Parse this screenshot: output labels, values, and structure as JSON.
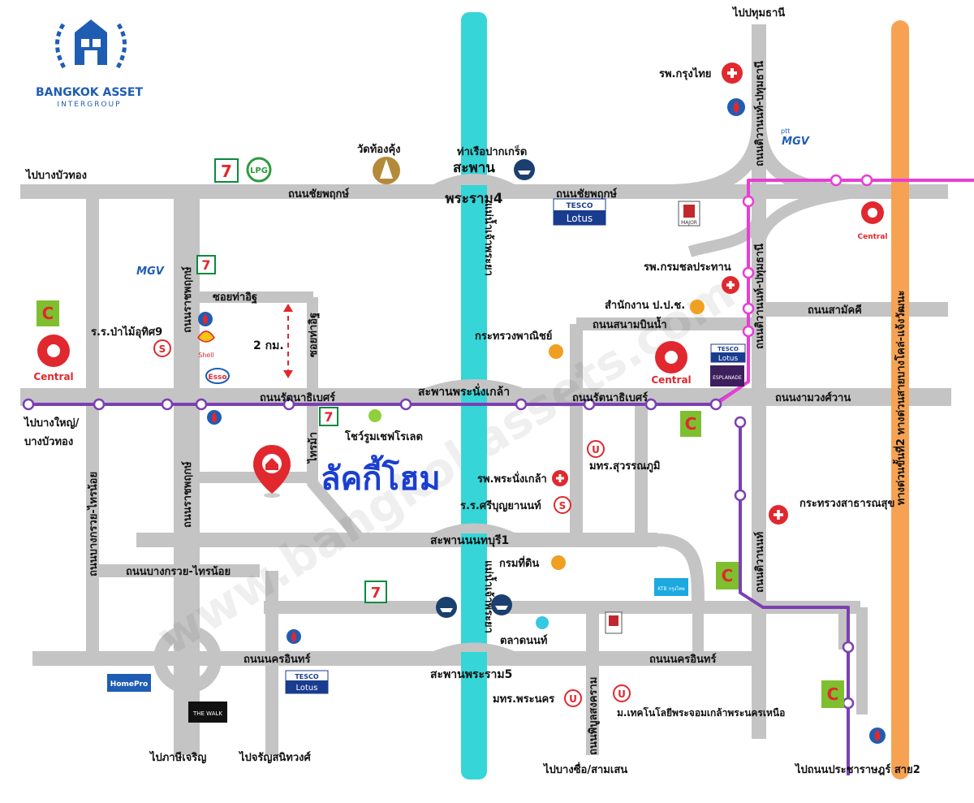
{
  "brand": {
    "name": "BANGKOK ASSET",
    "sub": "INTERGROUP"
  },
  "project": {
    "name": "ลัคกี้โฮม"
  },
  "scale": "2 กม.",
  "watermark": "www.bangkokassets.com",
  "colors": {
    "road": "#c4c4c4",
    "river": "#36d5d8",
    "expressway": "#f7a253",
    "purple_line": "#7b3fb3",
    "pink_line": "#e83ed6",
    "brand_blue": "#1f5db3",
    "project_text": "#1a3fd0",
    "pin_red": "#e0282e"
  },
  "directions": {
    "pathum": "ไปปทุมธานี",
    "bangbuathong_top": "ไปบางบัวทอง",
    "bangyai_1": "ไปบางใหญ่/",
    "bangyai_2": "บางบัวทอง",
    "phasi": "ไปภาษีเจริญ",
    "charan": "ไปจรัญสนิทวงศ์",
    "bangsue": "ไปบางซื่อ/สามเสน",
    "pracharat": "ไปถนนประชาราษฎร์ สาย2"
  },
  "roads": {
    "chaiyaphruek_left": "ถนนชัยพฤกษ์",
    "chaiyaphruek_right": "ถนนชัยพฤกษ์",
    "rattanathibet_left": "ถนนรัตนาธิเบศร์",
    "rattanathibet_right": "ถนนรัตนาธิเบศร์",
    "ngamwongwan": "ถนนงามวงศ์วาน",
    "samakkhi": "ถนนสามัคคี",
    "sanambinnam": "ถนนสนามบินน้ำ",
    "nonthaburi1_bridge": "สะพานนนทบุรี1",
    "bangkruai_sainoi_h": "ถนนบางกรวย-ไทรน้อย",
    "bangkruai_sainoi_v": "ถนนบางกรวย-ไทรน้อย",
    "nakhon_in_left": "ถนนนครอินทร์",
    "nakhon_in_right": "ถนนนครอินทร์",
    "rama5_bridge": "สะพานพระราม5",
    "ratchaphruek_1": "ถนนราชพฤกษ์",
    "ratchaphruek_2": "ถนนราชพฤกษ์",
    "soi_tha_it": "ซอยท่าอิฐ",
    "soi_tha_it_v": "ซอยท่าอิฐ",
    "sai_ma": "ไทรม้า",
    "tiwanon_pathum_1": "ถนนติวานนท์-ปทุมธานี",
    "tiwanon_pathum_2": "ถนนติวานนท์-ปทุมธานี",
    "tiwanon": "ถนนติวานนท์",
    "phibunsongkhram": "ถนนพิบูลสงคราม",
    "expressway": "ทางด่วนขั้นที่2 ทางด่วนสายบางโคล่-แจ้งวัฒนะ",
    "river_top": "แม่น้ำเจ้าพระยา",
    "river_bottom": "แม่น้ำเจ้าพระยา",
    "rama4_1": "สะพาน",
    "rama4_2": "พระราม4",
    "phra_nang_klao_bridge": "สะพานพระนั่งเกล้า"
  },
  "landmarks": {
    "krungthai_hosp": "รพ.กรุงไทย",
    "wat_tong_kung": "วัดท้องคุ้ง",
    "pak_kret_pier": "ท่าเรือปากเกร็ด",
    "chonprathan_hosp": "รพ.กรมชลประทาน",
    "ppch_office": "สำนักงาน ป.ป.ช.",
    "commerce_ministry": "กระทรวงพาณิชย์",
    "pa_mai_school": "ร.ร.ป่าไม้อุทิศ9",
    "show_room": "โชว์รูมเชฟโรเลต",
    "suvarnabhumi_univ": "มทร.สุวรรณภูมิ",
    "phra_nang_klao_hosp": "รพ.พระนั่งเกล้า",
    "sribunyanon_school": "ร.ร.ศรีบุญยานนท์",
    "public_health": "กระทรวงสาธารณสุข",
    "land_dept": "กรมที่ดิน",
    "nonthaburi_market": "ตลาดนนท์",
    "phranakhon_univ": "มทร.พระนคร",
    "kmutnb": "ม.เทคโนโลยีพระจอมเกล้าพระนครเหนือ"
  },
  "brands": {
    "seven_eleven": "7",
    "lpg": "LPG",
    "tesco": "TESCO",
    "lotus": "Lotus",
    "central": "Central",
    "major": "MAJOR",
    "mgv": "MGV",
    "ptt": "ptt",
    "shell": "Shell",
    "esso": "Esso",
    "homepro": "HomePro",
    "thewalk": "THE WALK",
    "ktb": "KTB กรุงไทย",
    "esplanade": "ESPLANADE",
    "bigc": "C",
    "school_s": "S",
    "univ_u": "U"
  }
}
